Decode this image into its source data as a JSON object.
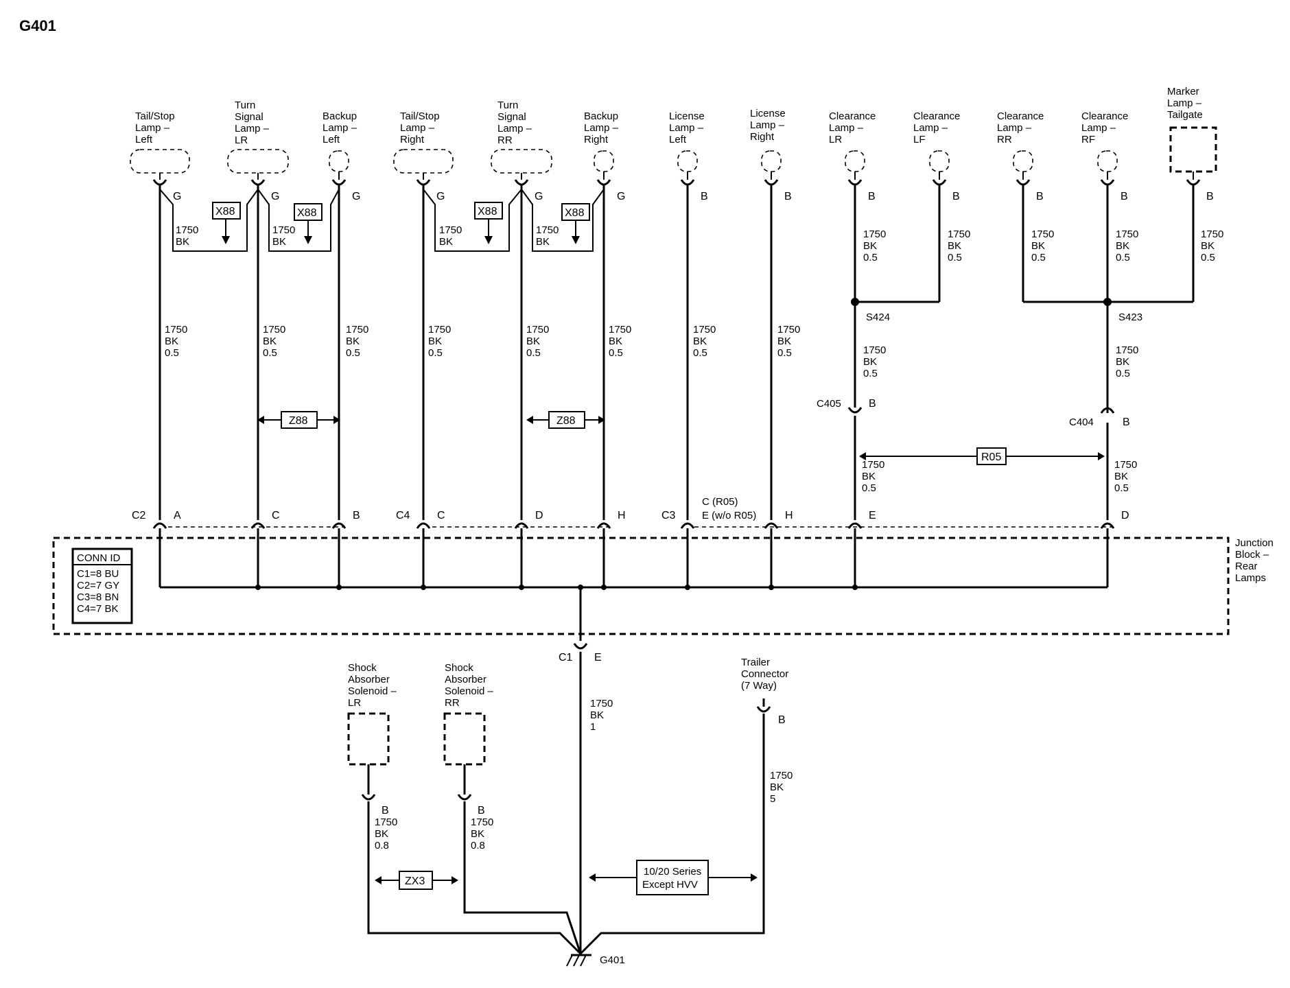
{
  "title": "G401",
  "components": {
    "tail_stop_left": [
      "Tail/Stop",
      "Lamp –",
      "Left"
    ],
    "turn_lr": [
      "Turn",
      "Signal",
      "Lamp –",
      "LR"
    ],
    "backup_left": [
      "Backup",
      "Lamp –",
      "Left"
    ],
    "tail_stop_right": [
      "Tail/Stop",
      "Lamp –",
      "Right"
    ],
    "turn_rr": [
      "Turn",
      "Signal",
      "Lamp –",
      "RR"
    ],
    "backup_right": [
      "Backup",
      "Lamp –",
      "Right"
    ],
    "license_left": [
      "License",
      "Lamp –",
      "Left"
    ],
    "license_right": [
      "License",
      "Lamp –",
      "Right"
    ],
    "clear_lr": [
      "Clearance",
      "Lamp –",
      "LR"
    ],
    "clear_lf": [
      "Clearance",
      "Lamp –",
      "LF"
    ],
    "clear_rr": [
      "Clearance",
      "Lamp –",
      "RR"
    ],
    "clear_rf": [
      "Clearance",
      "Lamp –",
      "RF"
    ],
    "marker_tailgate": [
      "Marker",
      "Lamp –",
      "Tailgate"
    ],
    "shock_lr": [
      "Shock",
      "Absorber",
      "Solenoid –",
      "LR"
    ],
    "shock_rr": [
      "Shock",
      "Absorber",
      "Solenoid –",
      "RR"
    ],
    "trailer": [
      "Trailer",
      "Connector",
      "(7 Way)"
    ],
    "junction_block": [
      "Junction",
      "Block –",
      "Rear",
      "Lamps"
    ]
  },
  "lamp_pins": {
    "g": "G",
    "b": "B"
  },
  "wire_labels": {
    "circuit": "1750",
    "color": "BK",
    "gauge_05": "0.5",
    "gauge_08": "0.8",
    "gauge_1": "1",
    "gauge_5": "5"
  },
  "options": {
    "x88": "X88",
    "z88": "Z88",
    "r05": "R05",
    "zx3": "ZX3",
    "series": [
      "10/20 Series",
      "Except HVV"
    ]
  },
  "splices": {
    "s424": "S424",
    "s423": "S423"
  },
  "connectors": {
    "c405": "C405",
    "c404": "C404",
    "c405_pin": "B",
    "c404_pin": "B"
  },
  "jb_connectors": {
    "c2": "C2",
    "c4": "C4",
    "c3": "C3",
    "c1": "C1"
  },
  "jb_pins": {
    "a": "A",
    "c": "C",
    "b": "B",
    "c4c": "C",
    "d": "D",
    "h": "H",
    "c3_line1": "C (R05)",
    "c3_line2": "E (w/o R05)",
    "h2": "H",
    "e": "E",
    "d2": "D",
    "c1e": "E"
  },
  "conn_id": {
    "title": "CONN ID",
    "rows": [
      "C1=8 BU",
      "C2=7 GY",
      "C3=8 BN",
      "C4=7 BK"
    ]
  },
  "lower_pins": {
    "shock_lr": "B",
    "shock_rr": "B",
    "trailer": "B"
  },
  "ground": "G401"
}
